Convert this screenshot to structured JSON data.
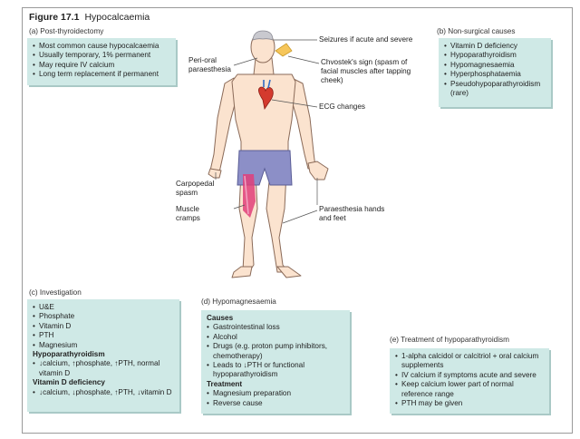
{
  "figure": {
    "number": "Figure 17.1",
    "title": "Hypocalcaemia"
  },
  "sections": {
    "a": {
      "heading": "(a) Post-thyroidectomy",
      "items": [
        "Most common cause hypocalcaemia",
        "Usually temporary, 1% permanent",
        "May require IV calcium",
        "Long term replacement if permanent"
      ]
    },
    "b": {
      "heading": "(b) Non-surgical causes",
      "items": [
        "Vitamin D deficiency",
        "Hypoparathyroidism",
        "Hypomagnesaemia",
        "Hyperphosphataemia",
        "Pseudohypoparathyroidism (rare)"
      ]
    },
    "c": {
      "heading": "(c) Investigation",
      "items": [
        "U&E",
        "Phosphate",
        "Vitamin D",
        "PTH",
        "Magnesium"
      ],
      "hypo_heading": "Hypoparathyroidism",
      "hypo_items": [
        "↓calcium, ↑phosphate, ↑PTH, normal vitamin D"
      ],
      "vitd_heading": "Vitamin D deﬁciency",
      "vitd_items": [
        "↓calcium, ↓phosphate, ↑PTH, ↓vitamin D"
      ]
    },
    "d": {
      "heading": "(d) Hypomagnesaemia",
      "causes_heading": "Causes",
      "causes": [
        "Gastrointestinal loss",
        "Alcohol",
        "Drugs (e.g. proton pump inhibitors, chemotherapy)",
        "Leads to ↓PTH or functional hypoparathyroidism"
      ],
      "treatment_heading": "Treatment",
      "treatment": [
        "Magnesium preparation",
        "Reverse cause"
      ]
    },
    "e": {
      "heading": "(e) Treatment of hypoparathyroidism",
      "items": [
        "1-alpha calcidol or calcitriol + oral calcium supplements",
        "IV calcium if symptoms acute and severe",
        "Keep calcium lower part of normal reference range",
        "PTH may be given"
      ]
    }
  },
  "labels": {
    "seizures": "Seizures if acute and severe",
    "perioral": "Peri-oral paraesthesia",
    "chvostek": "Chvostek's sign (spasm of facial muscles after tapping cheek)",
    "ecg": "ECG changes",
    "carpopedal": "Carpopedal spasm",
    "cramps": "Muscle cramps",
    "paraesthesia": "Paraesthesia hands and feet"
  },
  "colors": {
    "box_fill": "#cfe9e6",
    "skin": "#fbe3cf",
    "shorts": "#8c8fc7",
    "heart": "#d43a2e",
    "muscle": "#e0407a",
    "tap": "#f6c65a"
  }
}
